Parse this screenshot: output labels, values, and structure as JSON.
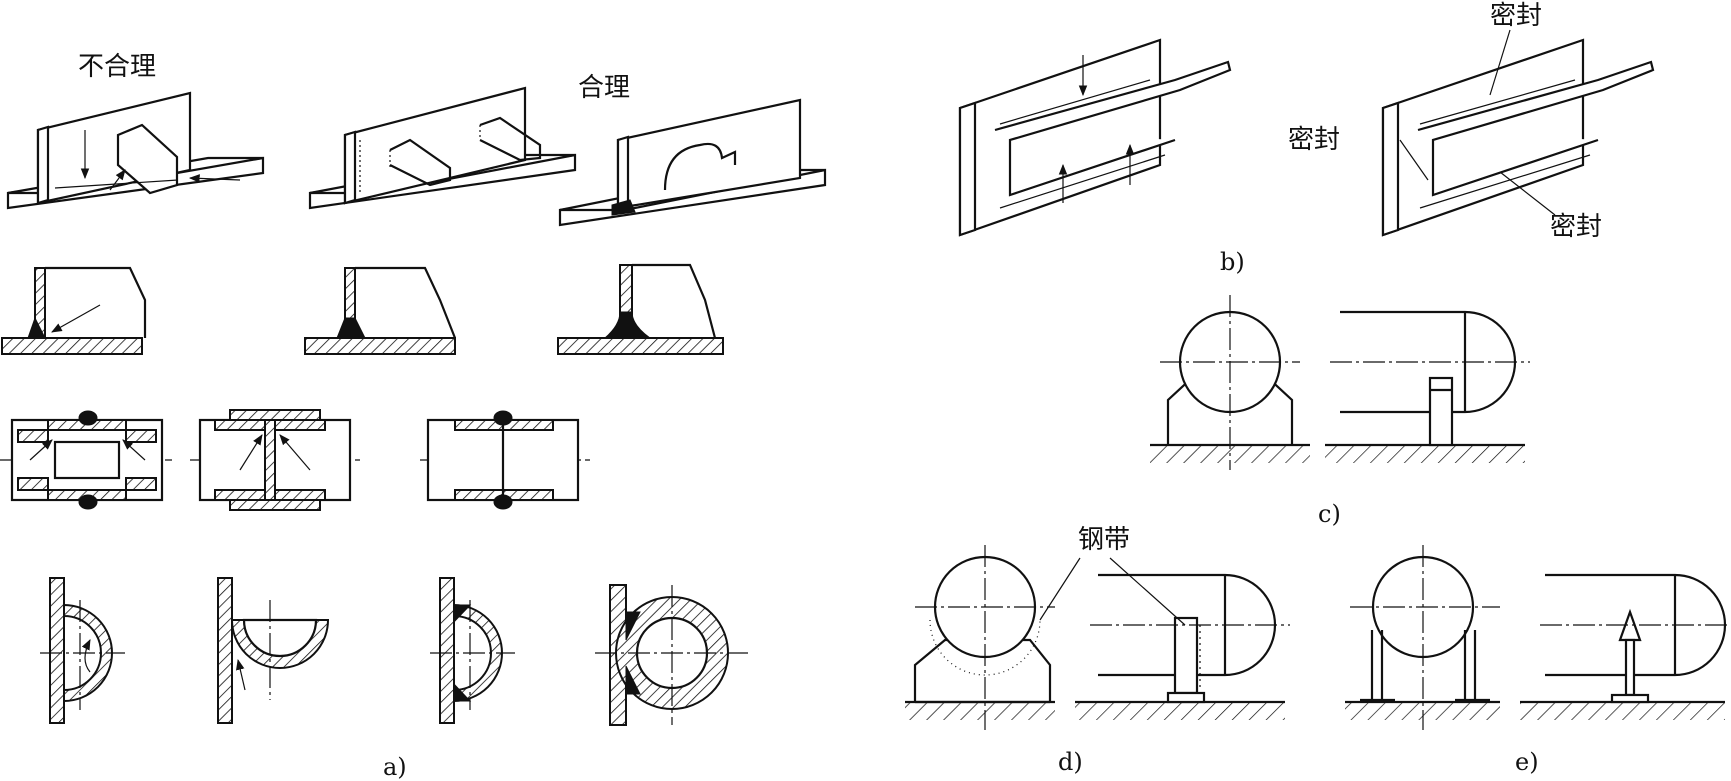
{
  "figure": {
    "panel_a": {
      "label_unreasonable": "不合理",
      "label_reasonable": "合理",
      "caption": "a)"
    },
    "panel_b": {
      "seal_top": "密封",
      "seal_left": "密封",
      "seal_bottom": "密封",
      "caption": "b)"
    },
    "panel_c": {
      "caption": "c)"
    },
    "panel_d": {
      "steel_band": "钢带",
      "caption": "d)"
    },
    "panel_e": {
      "caption": "e)"
    }
  }
}
